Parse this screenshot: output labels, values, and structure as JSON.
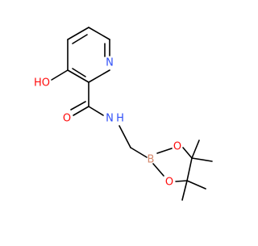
{
  "molecule": {
    "atom_labels": {
      "ring_nitrogen": "N",
      "hydroxyl": "HO",
      "carbonyl_oxygen": "O",
      "amide_nitrogen": "N",
      "amide_hydrogen": "H",
      "boron": "B",
      "boronate_oxygen_top": "O",
      "boronate_oxygen_bottom": "O"
    },
    "colors": {
      "bond": "#000000",
      "oxygen": "#ff0d0d",
      "nitrogen": "#3050f8",
      "boron": "#d4876b"
    }
  }
}
